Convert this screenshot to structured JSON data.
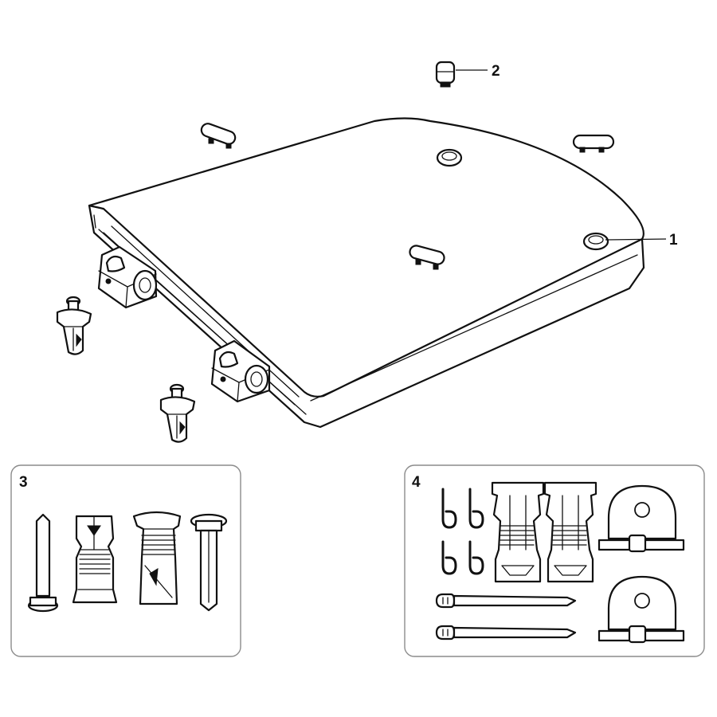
{
  "callouts": {
    "seat_lid": "1",
    "seat_buffer": "2",
    "fixing_set_short": "3",
    "fixing_set_hinge": "4"
  },
  "panels": {
    "panel_3_label": "3",
    "panel_4_label": "4"
  }
}
